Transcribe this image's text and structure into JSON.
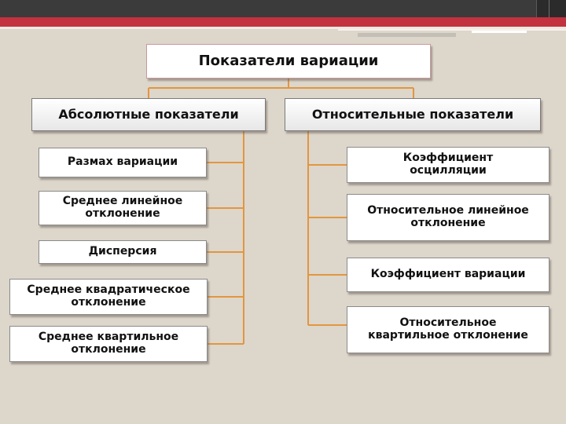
{
  "diagram": {
    "title": "Показатели вариации",
    "absolute": {
      "header": "Абсолютные показатели",
      "items": [
        {
          "line1": "Размах вариации",
          "line2": ""
        },
        {
          "line1": "Среднее линейное",
          "line2": "отклонение"
        },
        {
          "line1": "Дисперсия",
          "line2": ""
        },
        {
          "line1": "Среднее квадратическое",
          "line2": "отклонение"
        },
        {
          "line1": "Среднее квартильное",
          "line2": "отклонение"
        }
      ]
    },
    "relative": {
      "header": "Относительные показатели",
      "items": [
        {
          "line1": "Коэффициент",
          "line2": "осцилляции"
        },
        {
          "line1": "Относительное линейное",
          "line2": "отклонение"
        },
        {
          "line1": "Коэффициент вариации",
          "line2": ""
        },
        {
          "line1": "Относительное",
          "line2": "квартильное отклонение"
        }
      ]
    }
  },
  "colors": {
    "connector": "#e2963f",
    "background": "#ddd6cb",
    "accent_red": "#c2323f",
    "top_dark": "#3b3b3b"
  }
}
